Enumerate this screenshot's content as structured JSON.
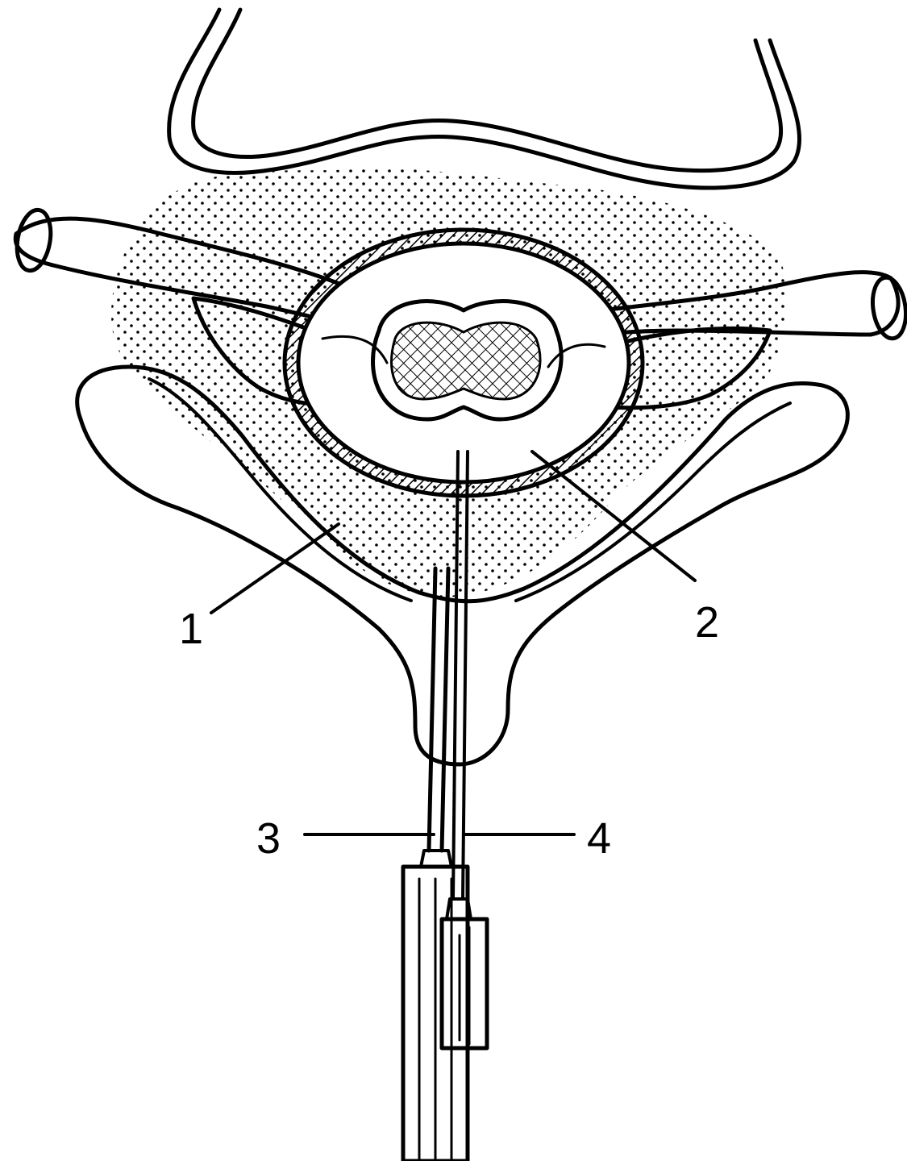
{
  "colors": {
    "ink": "#000000",
    "paper": "#ffffff"
  },
  "callouts": [
    {
      "id": "1",
      "text": "1"
    },
    {
      "id": "2",
      "text": "2"
    },
    {
      "id": "3",
      "text": "3"
    },
    {
      "id": "4",
      "text": "4"
    }
  ]
}
